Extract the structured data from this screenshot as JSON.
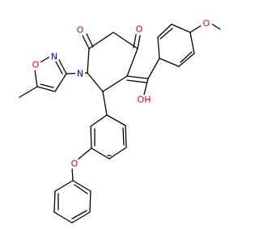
{
  "colors": {
    "bond": "#000000",
    "oxygen": "#ff0000",
    "nitrogen": "#0000ff",
    "background": "#ffffff"
  },
  "labels": {
    "o_ring2_keto": "O",
    "o_ring3_keto": "O",
    "n_ring": "N",
    "o_methoxy": "O",
    "oh_enol": "OH",
    "n_isoxazole": "N",
    "o_isoxazole": "O",
    "o_ether": "O"
  }
}
